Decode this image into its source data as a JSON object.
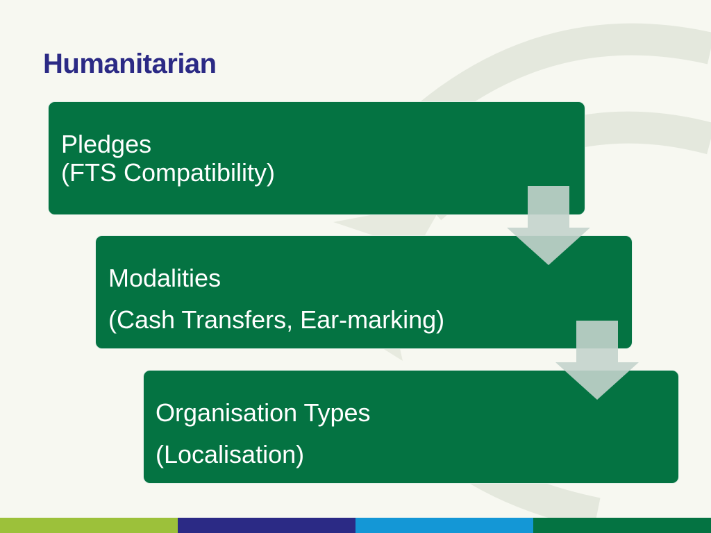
{
  "title": "Humanitarian",
  "steps": [
    {
      "title": "Pledges",
      "subtitle": "(FTS Compatibility)"
    },
    {
      "title": "Modalities",
      "subtitle": "(Cash Transfers, Ear-marking)"
    },
    {
      "title": "Organisation Types",
      "subtitle": "(Localisation)"
    }
  ],
  "colors": {
    "background": "#f7f8f1",
    "title": "#2b2a85",
    "box_fill": "#047342",
    "arrow": "#c3d3cc",
    "bottom_bar": [
      "#9cc13a",
      "#2b2a85",
      "#1497d6",
      "#047342"
    ]
  }
}
